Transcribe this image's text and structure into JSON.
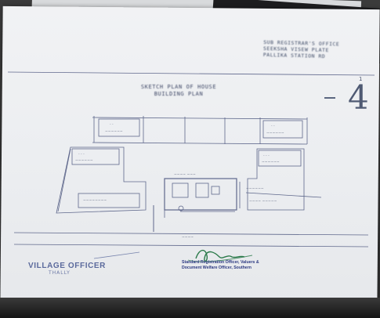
{
  "document": {
    "header_right": [
      "SUB REGISTRAR'S OFFICE",
      "SEEKSHA VISEW PLATE",
      "PALLIKA STATION RD"
    ],
    "plan_title": [
      "SKETCH PLAN OF HOUSE",
      "BUILDING PLAN"
    ],
    "page_number": "4",
    "page_number_small": "1",
    "village_officer": {
      "title": "VILLAGE OFFICER",
      "place": "THALLY"
    },
    "seal_lines": [
      "Standard Registration Officer, Valuers &",
      "Document Welfare Officer, Southern"
    ],
    "signature": "Pudhr"
  }
}
